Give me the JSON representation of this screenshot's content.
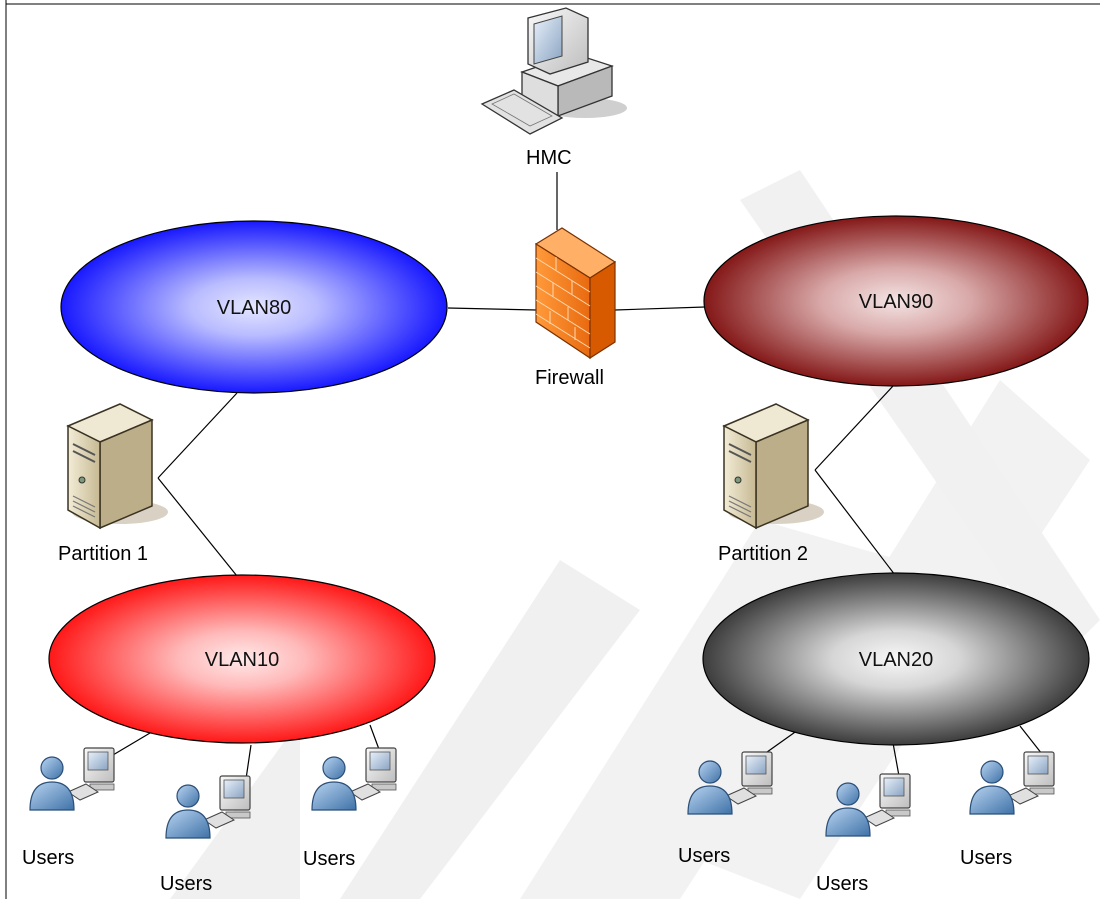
{
  "nodes": {
    "hmc": {
      "label": "HMC"
    },
    "firewall": {
      "label": "Firewall"
    },
    "partition1": {
      "label": "Partition 1"
    },
    "partition2": {
      "label": "Partition 2"
    }
  },
  "vlans": {
    "vlan80": {
      "label": "VLAN80",
      "edge_color": "#0000ff",
      "center_color": "#d8dcff"
    },
    "vlan90": {
      "label": "VLAN90",
      "edge_color": "#7a0000",
      "center_color": "#f1dede"
    },
    "vlan10": {
      "label": "VLAN10",
      "edge_color": "#ff0000",
      "center_color": "#ffe0e0"
    },
    "vlan20": {
      "label": "VLAN20",
      "edge_color": "#2a2a2a",
      "center_color": "#f4f4f4"
    }
  },
  "users": [
    {
      "label": "Users"
    },
    {
      "label": "Users"
    },
    {
      "label": "Users"
    },
    {
      "label": "Users"
    },
    {
      "label": "Users"
    },
    {
      "label": "Users"
    }
  ],
  "icons": {
    "hmc": "desktop-computer-icon",
    "firewall": "brick-firewall-icon",
    "server": "tower-server-icon",
    "user": "user-workstation-icon"
  },
  "colors": {
    "watermark": "#e9e9e9",
    "link": "#000000"
  }
}
